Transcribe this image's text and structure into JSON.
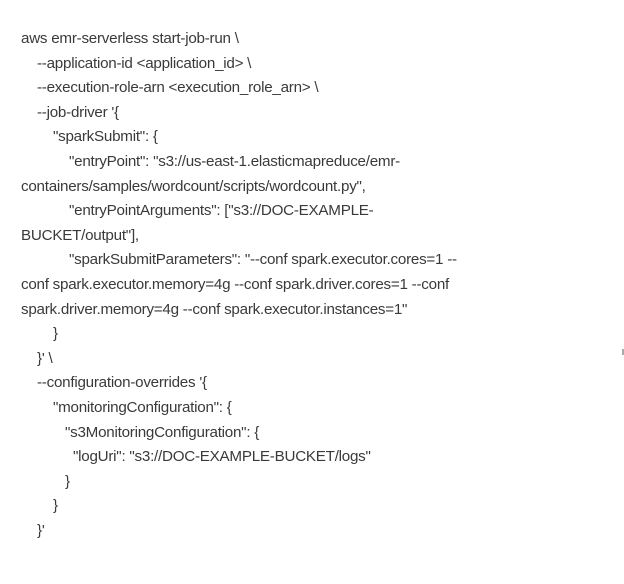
{
  "code_lines": [
    {
      "text": "aws emr-serverless start-job-run \\",
      "indent": 0
    },
    {
      "text": "--application-id <application_id> \\",
      "indent": 1
    },
    {
      "text": "--execution-role-arn <execution_role_arn> \\",
      "indent": 1
    },
    {
      "text": "--job-driver '{",
      "indent": 1
    },
    {
      "text": "\"sparkSubmit\": {",
      "indent": 2
    },
    {
      "text": "\"entryPoint\": \"s3://us-east-1.elasticmapreduce/emr-",
      "indent": 3
    },
    {
      "text": "containers/samples/wordcount/scripts/wordcount.py\",",
      "indent": 0
    },
    {
      "text": "\"entryPointArguments\": [\"s3://DOC-EXAMPLE-",
      "indent": 3
    },
    {
      "text": "BUCKET/output\"],",
      "indent": 0
    },
    {
      "text": "\"sparkSubmitParameters\": \"--conf spark.executor.cores=1 --",
      "indent": 3
    },
    {
      "text": "conf spark.executor.memory=4g --conf spark.driver.cores=1 --conf",
      "indent": 0
    },
    {
      "text": "spark.driver.memory=4g --conf spark.executor.instances=1\"",
      "indent": 0
    },
    {
      "text": "}",
      "indent": 2
    },
    {
      "text": "}' \\",
      "indent": 1
    },
    {
      "text": "--configuration-overrides '{",
      "indent": 1
    },
    {
      "text": "\"monitoringConfiguration\": {",
      "indent": 2
    },
    {
      "text": "\"s3MonitoringConfiguration\": {",
      "indent": 4
    },
    {
      "text": "\"logUri\": \"s3://DOC-EXAMPLE-BUCKET/logs\"",
      "indent": 5
    },
    {
      "text": "}",
      "indent": 4
    },
    {
      "text": "}",
      "indent": 2
    },
    {
      "text": "}'",
      "indent": 1
    }
  ]
}
